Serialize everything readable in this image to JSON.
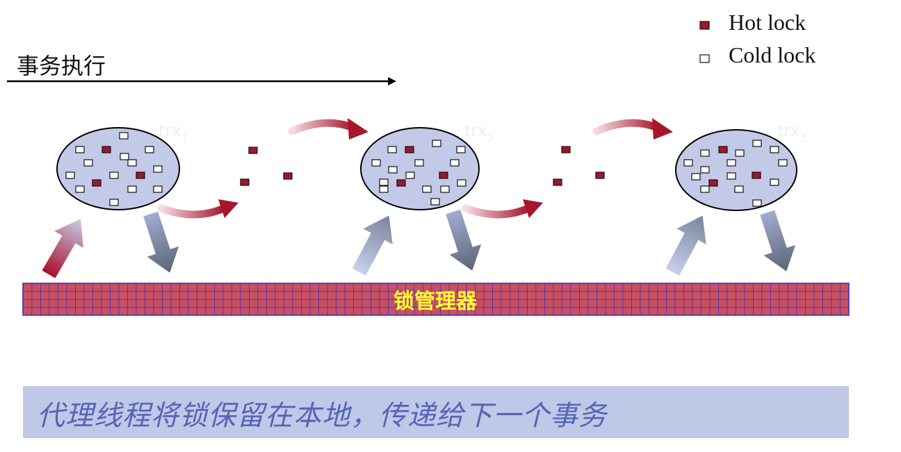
{
  "legend": {
    "hot_label": "Hot lock",
    "cold_label": "Cold lock",
    "hot_color": "#a0162a",
    "cold_color": "#ffffff"
  },
  "flow": {
    "label": "事务执行"
  },
  "transactions": [
    {
      "name": "trx",
      "index": "1"
    },
    {
      "name": "trx",
      "index": "2"
    },
    {
      "name": "trx",
      "index": "3"
    }
  ],
  "lock_manager": {
    "label": "锁管理器",
    "fill_color": "#c85060",
    "grid_color": "#3030c0"
  },
  "caption": {
    "text": "代理线程将锁保留在本地，传递给下一个事务"
  },
  "colors": {
    "ellipse_fill": "#c3cae8",
    "caption_bg": "#c0c8e8",
    "caption_text": "#5565b5"
  }
}
